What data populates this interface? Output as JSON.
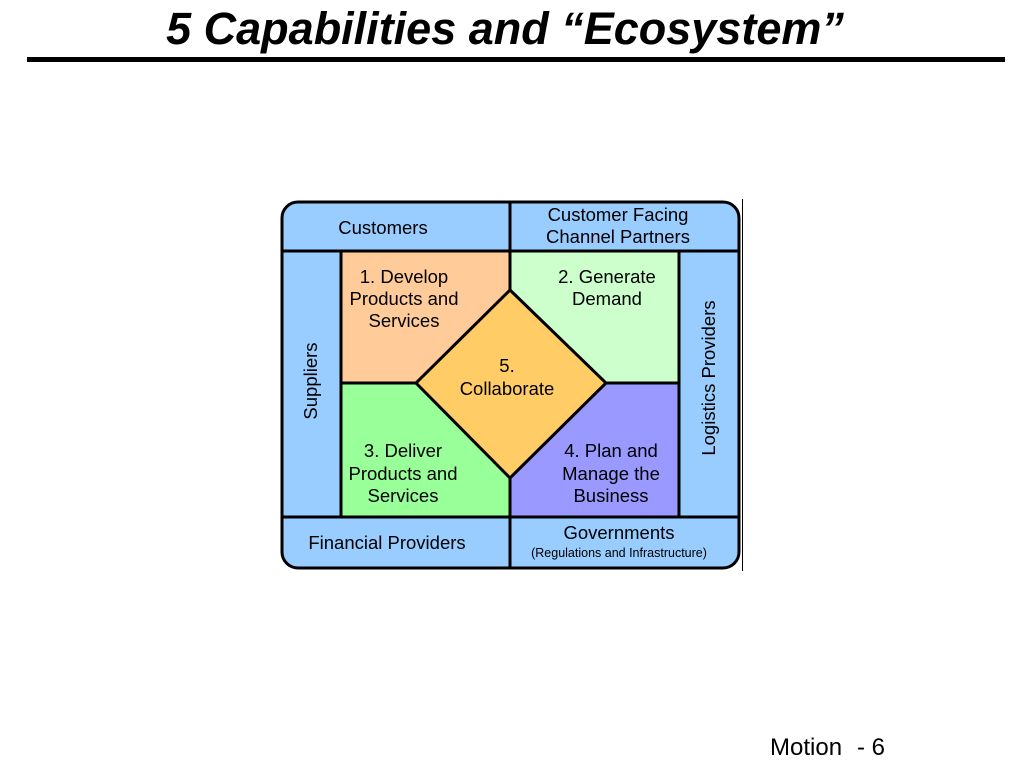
{
  "slide": {
    "title": "5 Capabilities and “Ecosystem”",
    "footer": {
      "label": "Motion",
      "page": "- 6"
    }
  },
  "diagram": {
    "top_row": {
      "customers": "Customers",
      "channel_partners": [
        "Customer Facing",
        "Channel Partners"
      ]
    },
    "side_columns": {
      "suppliers": "Suppliers",
      "logistics_providers": "Logistics Providers"
    },
    "bottom_row": {
      "financial_providers": "Financial Providers",
      "governments": "Governments",
      "governments_note": "(Regulations and Infrastructure)"
    },
    "capabilities": {
      "develop": [
        "1. Develop",
        "Products and",
        "Services"
      ],
      "generate": [
        "2. Generate",
        "Demand"
      ],
      "deliver": [
        "3. Deliver",
        "Products and",
        "Services"
      ],
      "plan": [
        "4. Plan and",
        "Manage the",
        "Business"
      ],
      "collaborate": [
        "5.",
        "Collaborate"
      ]
    }
  },
  "colors": {
    "ecosystem": "#99ccff",
    "develop": "#ffcc99",
    "generate": "#ccffcc",
    "deliver": "#99ff99",
    "plan": "#9999ff",
    "collaborate": "#ffcc66"
  }
}
